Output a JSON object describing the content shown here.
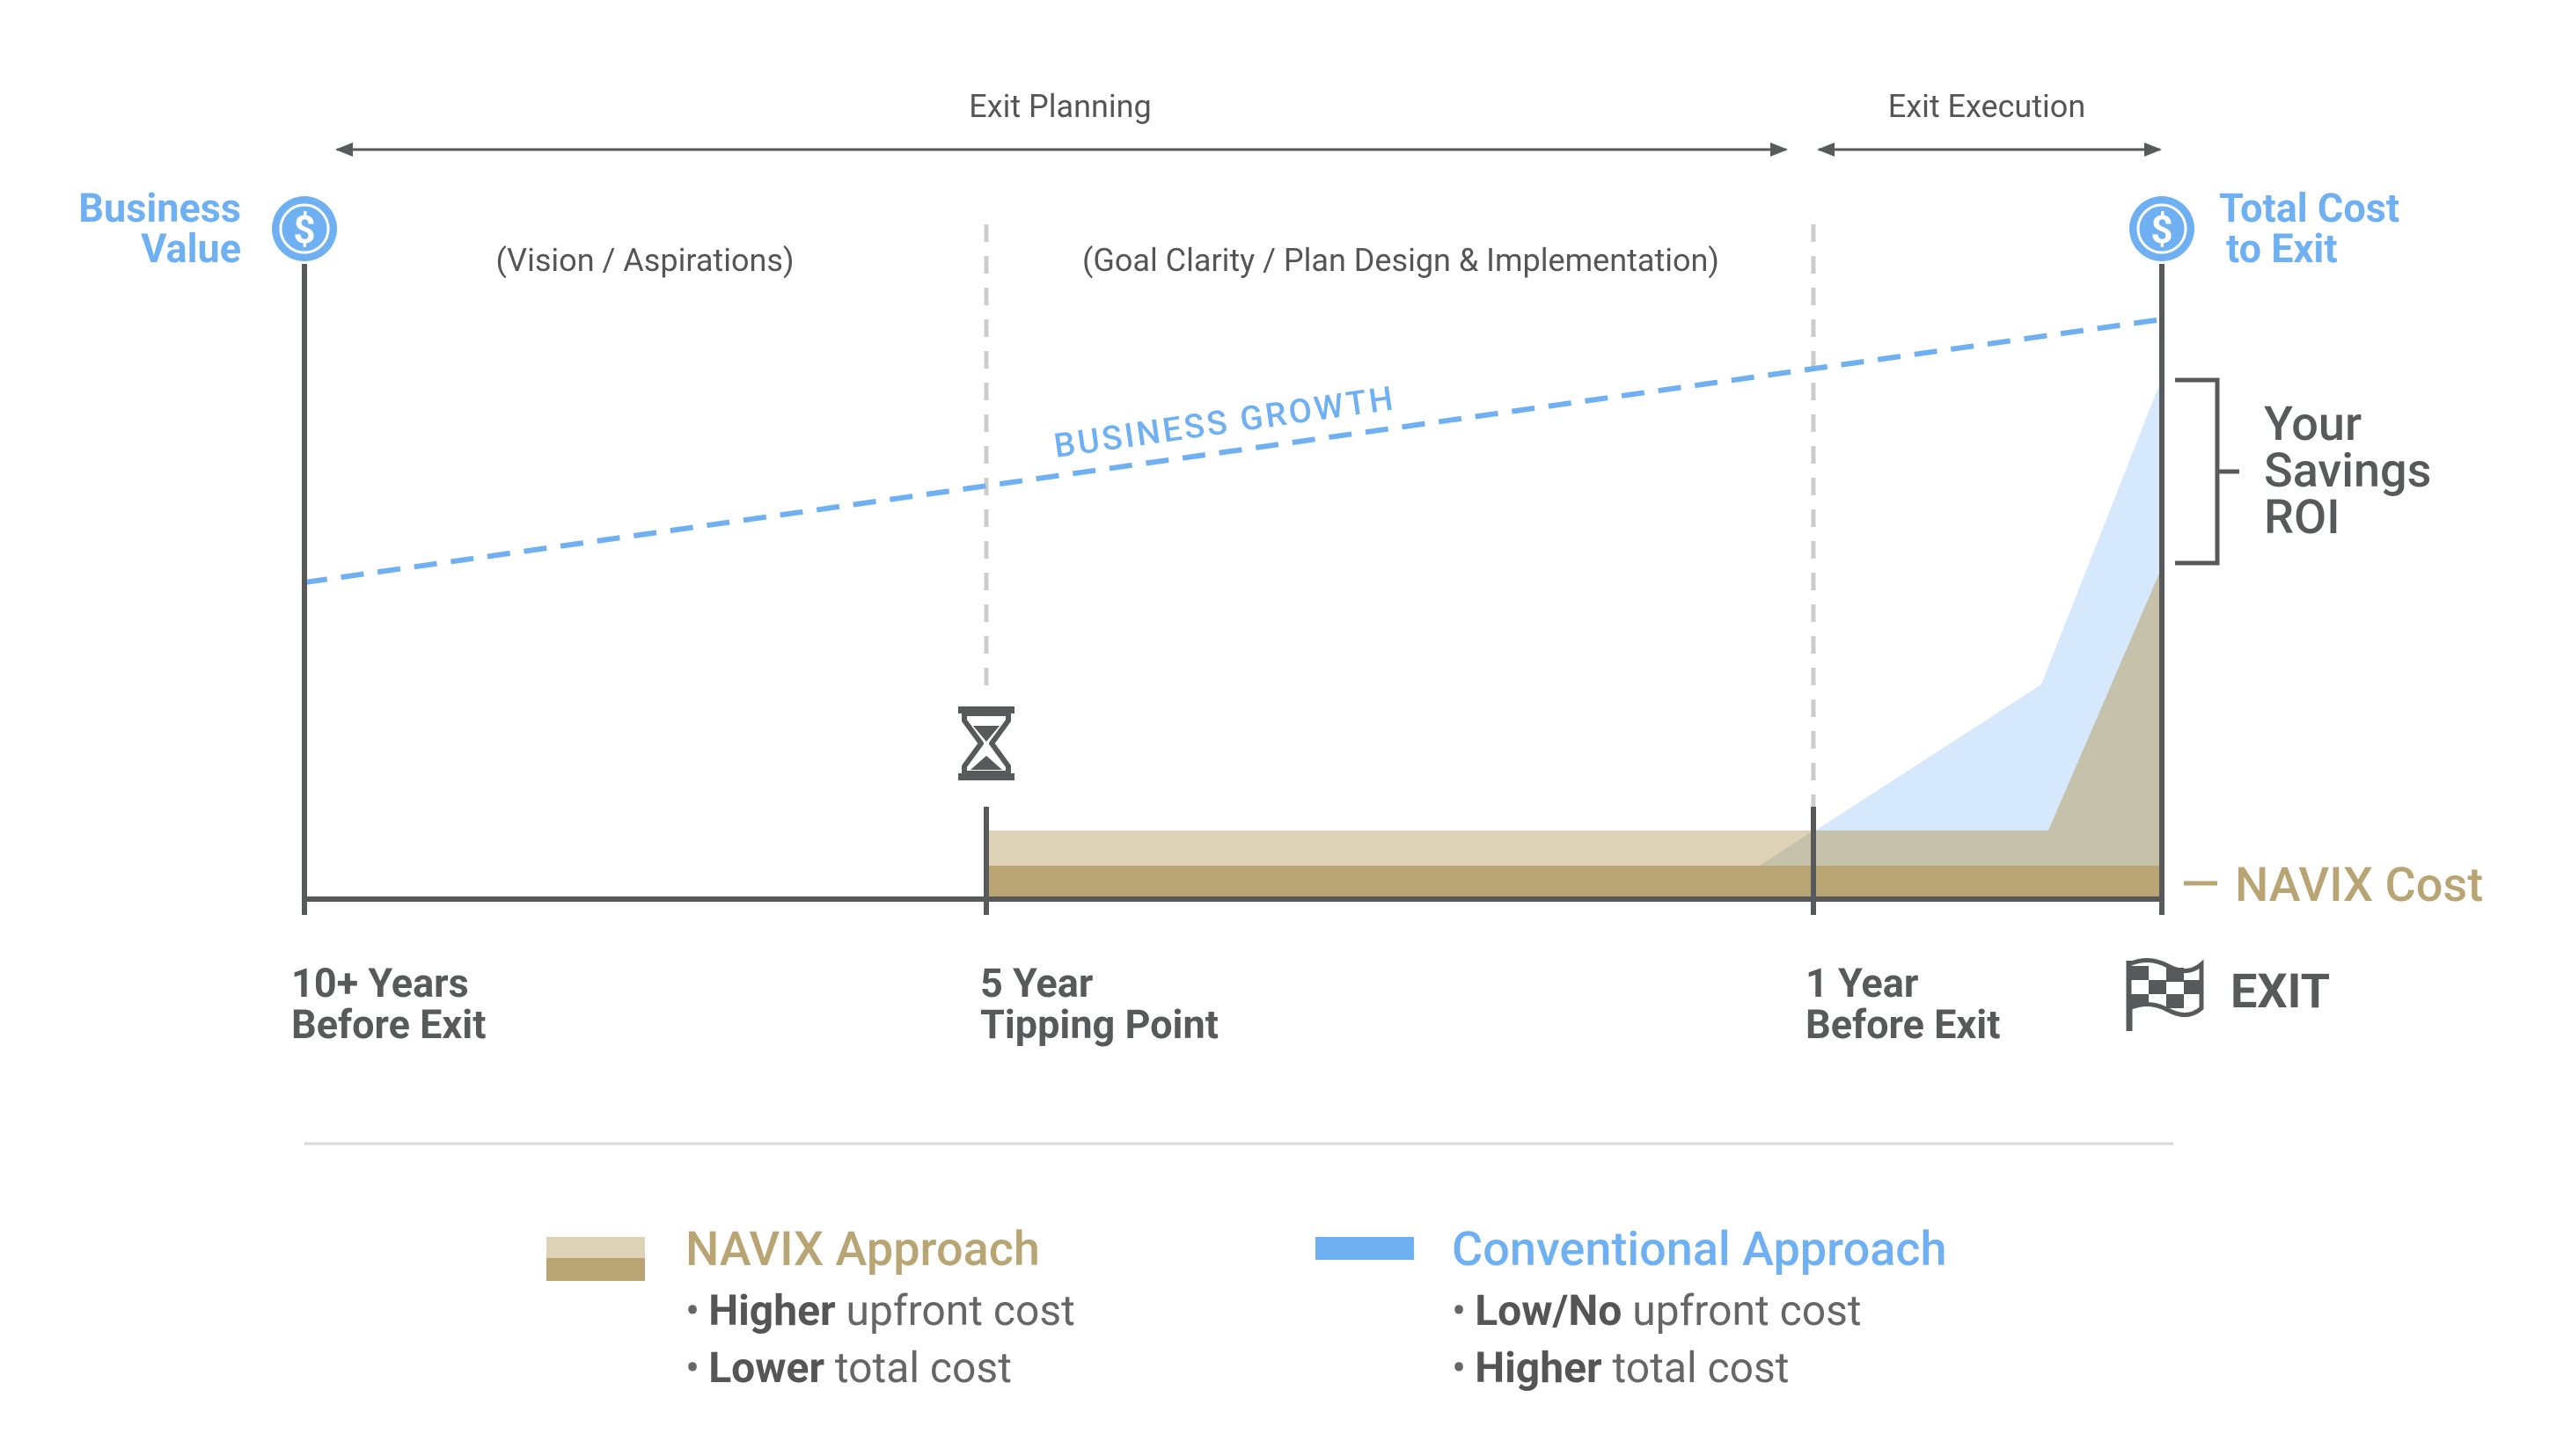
{
  "phases": {
    "planning": "Exit Planning",
    "execution": "Exit Execution"
  },
  "sub_phases": {
    "vision": "(Vision / Aspirations)",
    "goal": "(Goal Clarity / Plan Design & Implementation)"
  },
  "left_axis": {
    "line1": "Business",
    "line2": "Value"
  },
  "right_axis": {
    "line1": "Total Cost",
    "line2": "to Exit"
  },
  "growth_label": "BUSINESS GROWTH",
  "savings": {
    "line1": "Your",
    "line2": "Savings",
    "line3": "ROI"
  },
  "navix_cost_label": "NAVIX Cost",
  "exit_label": "EXIT",
  "timeline": [
    {
      "line1": "10+ Years",
      "line2": "Before Exit"
    },
    {
      "line1": "5 Year",
      "line2": "Tipping Point"
    },
    {
      "line1": "1 Year",
      "line2": "Before Exit"
    }
  ],
  "legend": {
    "navix": {
      "title": "NAVIX Approach",
      "bullets": [
        {
          "bold": "Higher",
          "rest": " upfront cost"
        },
        {
          "bold": "Lower",
          "rest": " total cost"
        }
      ]
    },
    "conventional": {
      "title": "Conventional Approach",
      "bullets": [
        {
          "bold": "Low/No",
          "rest": " upfront cost"
        },
        {
          "bold": "Higher",
          "rest": " total cost"
        }
      ]
    }
  },
  "bullet_char": "•",
  "dollar_symbol": "$",
  "colors": {
    "blue": "#6fb0f2",
    "blue_fill": "#d6e8fb",
    "tan_light": "#ddd2b5",
    "tan_dark": "#b9a574",
    "tan_mid": "#c5c1ab",
    "gray": "#58595b",
    "dash_gray": "#cccccc"
  },
  "icons": [
    "dollar-icon",
    "hourglass-icon",
    "checkered-flag-icon",
    "arrow-icon"
  ]
}
